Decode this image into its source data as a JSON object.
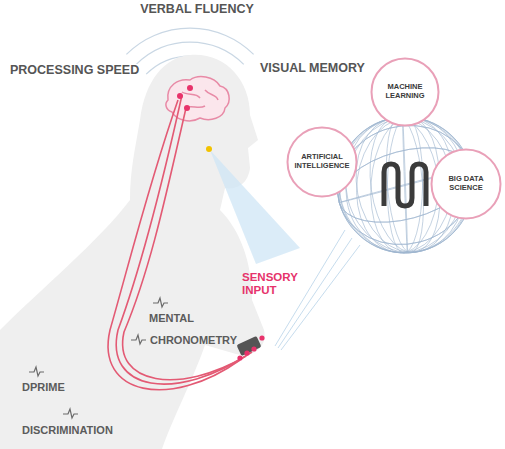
{
  "diagram": {
    "nodes": [
      {
        "text": [
          "MACHINE LEARNING"
        ]
      },
      {
        "text": [
          "ARTIFICIAL INTELLIGENCE"
        ]
      },
      {
        "text": [
          "BIG DATA SCIENCE"
        ]
      }
    ],
    "labels": [
      "VERBAL FLUENCY",
      "PROCESSING SPEED",
      "VISUAL MEMORY",
      "SENSORY INPUT",
      "MENTAL",
      "CHRONOMETRY",
      "DPRIME",
      "DISCRIMINATION"
    ]
  }
}
